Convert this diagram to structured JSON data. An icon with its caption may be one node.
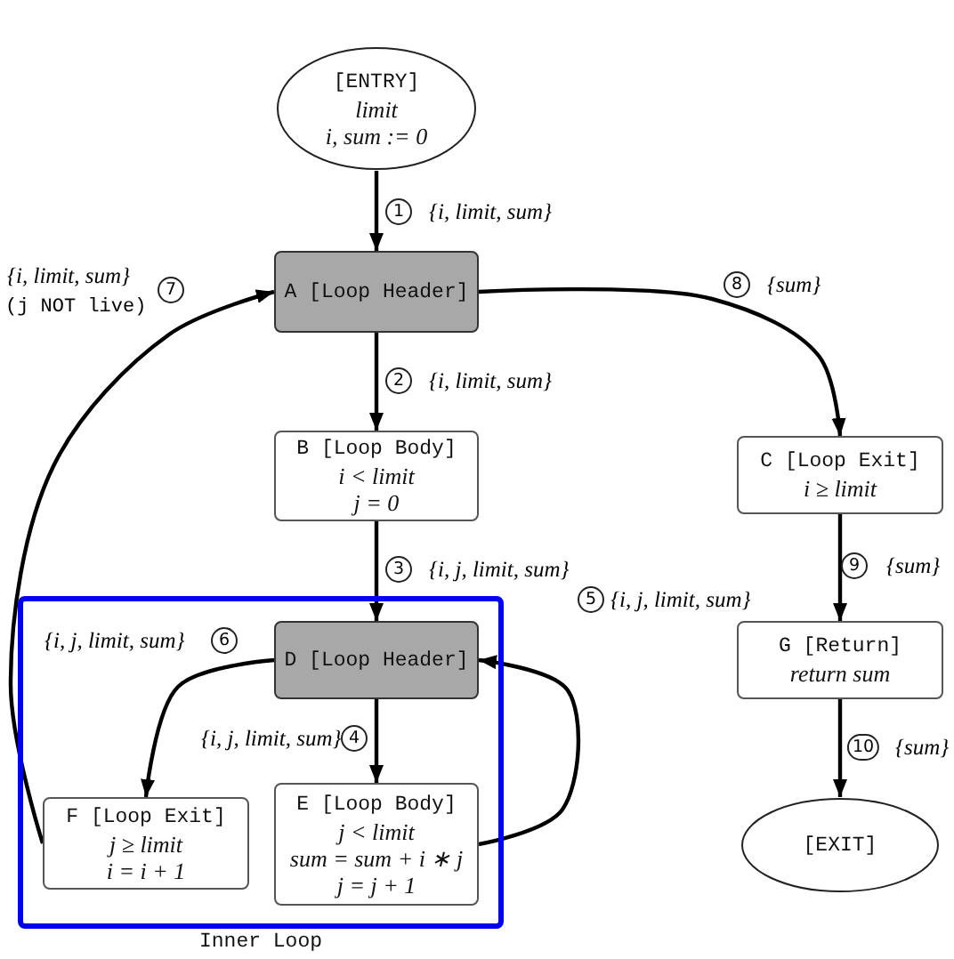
{
  "diagram": {
    "nodes": [
      {
        "text": [
          "[ENTRY]",
          "limit",
          "i, sum := 0"
        ]
      },
      {
        "text": [
          "A [Loop Header]"
        ]
      },
      {
        "text": [
          "B [Loop Body]",
          "i < limit",
          "j = 0"
        ]
      },
      {
        "text": [
          "C [Loop Exit]",
          "i ≥ limit"
        ]
      },
      {
        "text": [
          "Inner Loop"
        ]
      },
      {
        "text": [
          "D [Loop Header]"
        ],
        "in": 4
      },
      {
        "text": [
          "E [Loop Body]",
          "j < limit",
          "sum = sum + i ∗ j",
          "j = j + 1"
        ],
        "in": 4
      },
      {
        "text": [
          "F [Loop Exit]",
          "j ≥ limit",
          "i = i + 1"
        ],
        "in": 4
      },
      {
        "text": [
          "G [Return]",
          "return sum"
        ]
      },
      {
        "text": [
          "[EXIT]"
        ]
      }
    ],
    "edges": [
      {
        "from": 0,
        "to": 1,
        "arrow": "to",
        "label": "{i, limit, sum}"
      },
      {
        "from": 1,
        "to": 2,
        "arrow": "to",
        "label": "{i, limit, sum}"
      },
      {
        "from": 2,
        "to": 5,
        "arrow": "to",
        "label": "{i, j, limit, sum}"
      },
      {
        "from": 5,
        "to": 6,
        "arrow": "to",
        "label": "{i, j, limit, sum}"
      },
      {
        "from": 6,
        "to": 5,
        "arrow": "to",
        "label": "{i, j, limit, sum}"
      },
      {
        "from": 5,
        "to": 7,
        "arrow": "to",
        "label": "{i, j, limit, sum}"
      },
      {
        "from": 7,
        "to": 1,
        "arrow": "to",
        "label": "{i, limit, sum}"
      },
      {
        "from": 1,
        "to": 3,
        "arrow": "to",
        "label": "{sum}"
      },
      {
        "from": 3,
        "to": 8,
        "arrow": "to",
        "label": "{sum}"
      },
      {
        "from": 8,
        "to": 9,
        "arrow": "to",
        "label": "{sum}"
      }
    ],
    "labels": [
      "1",
      "2",
      "3",
      "4",
      "5",
      "6",
      "7",
      "8",
      "9",
      "10",
      "(j NOT live)"
    ]
  }
}
